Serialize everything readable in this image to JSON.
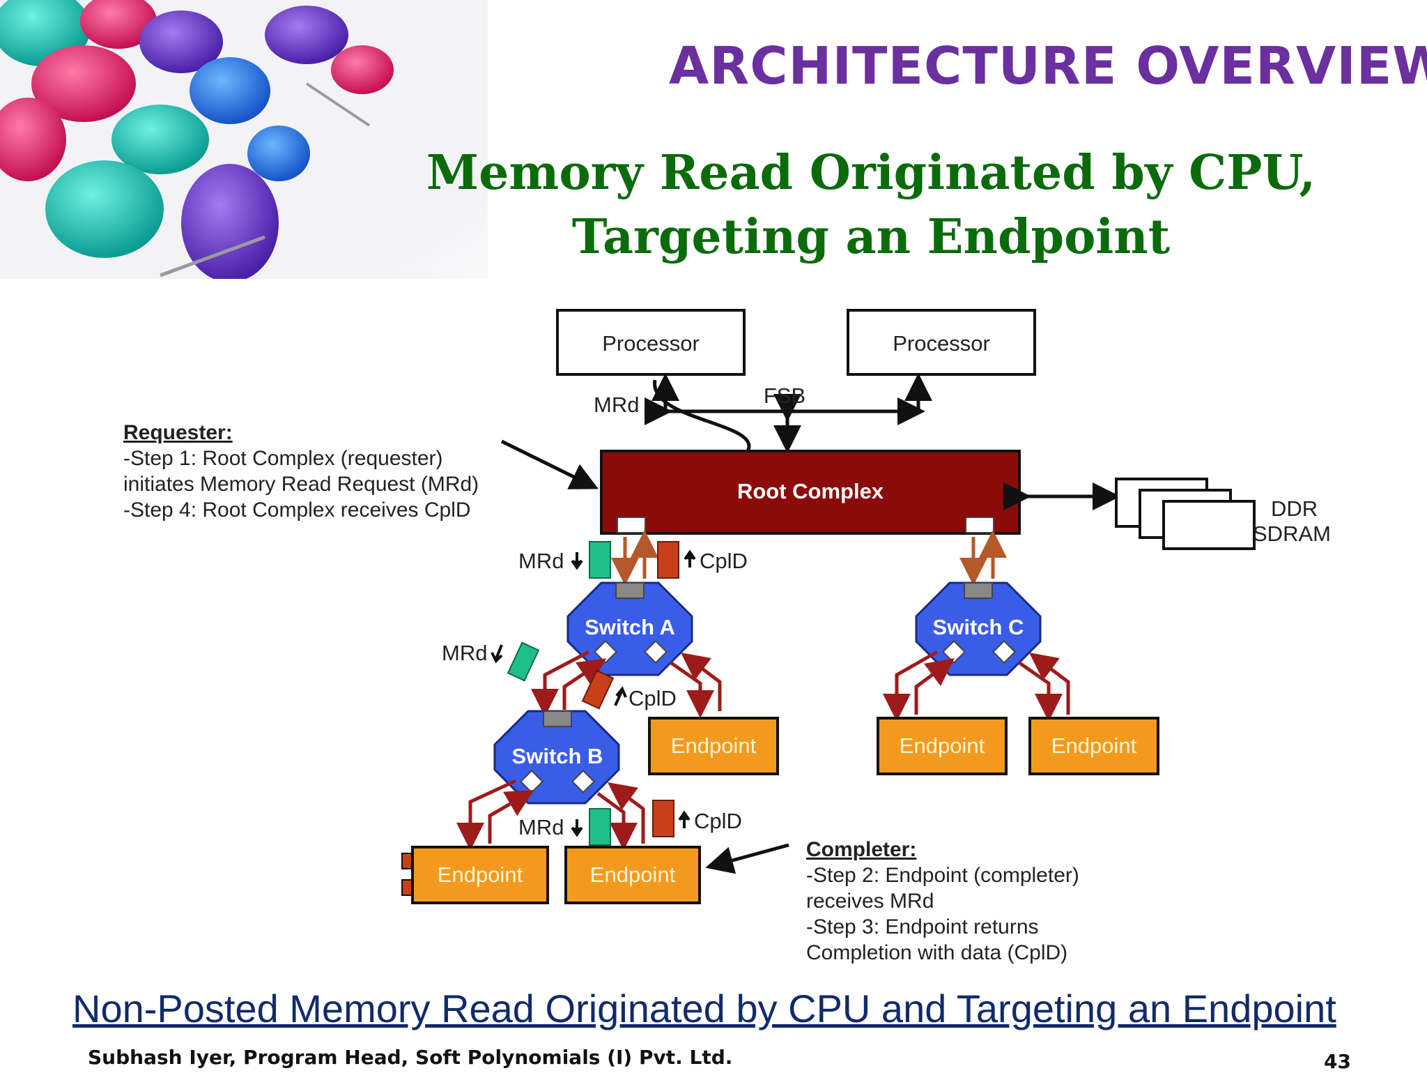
{
  "header": {
    "title": "ARCHITECTURE OVERVIEW"
  },
  "subtitle": {
    "line1": "Memory Read Originated by CPU,",
    "line2": "Targeting an Endpoint"
  },
  "diagram": {
    "processor_left": "Processor",
    "processor_right": "Processor",
    "fsb_label": "FSB",
    "mrd_top": "MRd",
    "root_complex": "Root Complex",
    "ddr_line1": "DDR",
    "ddr_line2": "SDRAM",
    "switch_a": "Switch A",
    "switch_b": "Switch B",
    "switch_c": "Switch C",
    "mrd_rc": "MRd",
    "cpld_rc": "CplD",
    "mrd_sa": "MRd",
    "cpld_sa": "CplD",
    "mrd_sb": "MRd",
    "cpld_sb": "CplD",
    "endpoint_a": "Endpoint",
    "endpoint_b1": "Endpoint",
    "endpoint_b2": "Endpoint",
    "endpoint_c1": "Endpoint",
    "endpoint_c2": "Endpoint",
    "requester": {
      "heading": "Requester:",
      "line1": "-Step 1: Root Complex (requester)",
      "line2": "initiates Memory Read Request (MRd)",
      "line3": "-Step 4: Root Complex receives CplD"
    },
    "completer": {
      "heading": "Completer:",
      "line1": "-Step 2: Endpoint (completer)",
      "line2": "receives MRd",
      "line3": "-Step 3: Endpoint returns",
      "line4": "Completion with data (CplD)"
    }
  },
  "caption": "Non-Posted Memory Read Originated by CPU and Targeting an Endpoint",
  "footer": {
    "credit": "Subhash Iyer, Program Head, Soft Polynomials (I) Pvt. Ltd.",
    "page": "43"
  },
  "colors": {
    "header": "#6b2fa0",
    "subtitle": "#0b6b0b",
    "root_complex": "#8b0a0a",
    "switch": "#3a5de8",
    "endpoint": "#f39a1e",
    "mrd_packet": "#1fbf8a",
    "cpld_packet": "#c8401a",
    "link": "#9e1b1b",
    "caption": "#102a6b"
  }
}
